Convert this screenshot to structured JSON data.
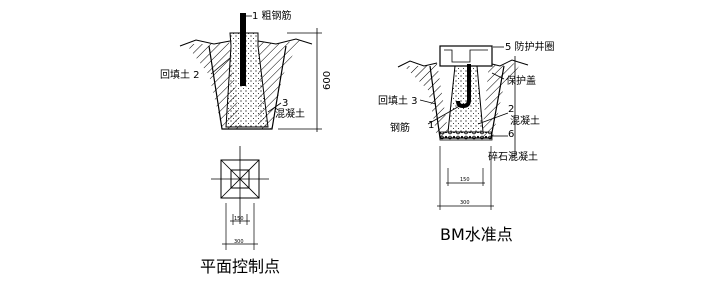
{
  "left": {
    "labels": {
      "rebar": "1 粗钢筋",
      "backfill": "回填土 2",
      "concrete": "3\n混凝土",
      "height": "600",
      "dim_inner": "150",
      "dim_outer": "300"
    },
    "caption": "平面控制点"
  },
  "right": {
    "labels": {
      "cover_ring": "5 防护井圈",
      "cover": "保护盖",
      "backfill": "回填土 3",
      "rebar": "钢筋",
      "num1": "1",
      "num2": "2",
      "concrete": "混凝土",
      "num6": "6",
      "gravel": "碎石混凝土",
      "dim_inner": "150",
      "dim_outer": "300"
    },
    "caption": "BM水准点"
  }
}
